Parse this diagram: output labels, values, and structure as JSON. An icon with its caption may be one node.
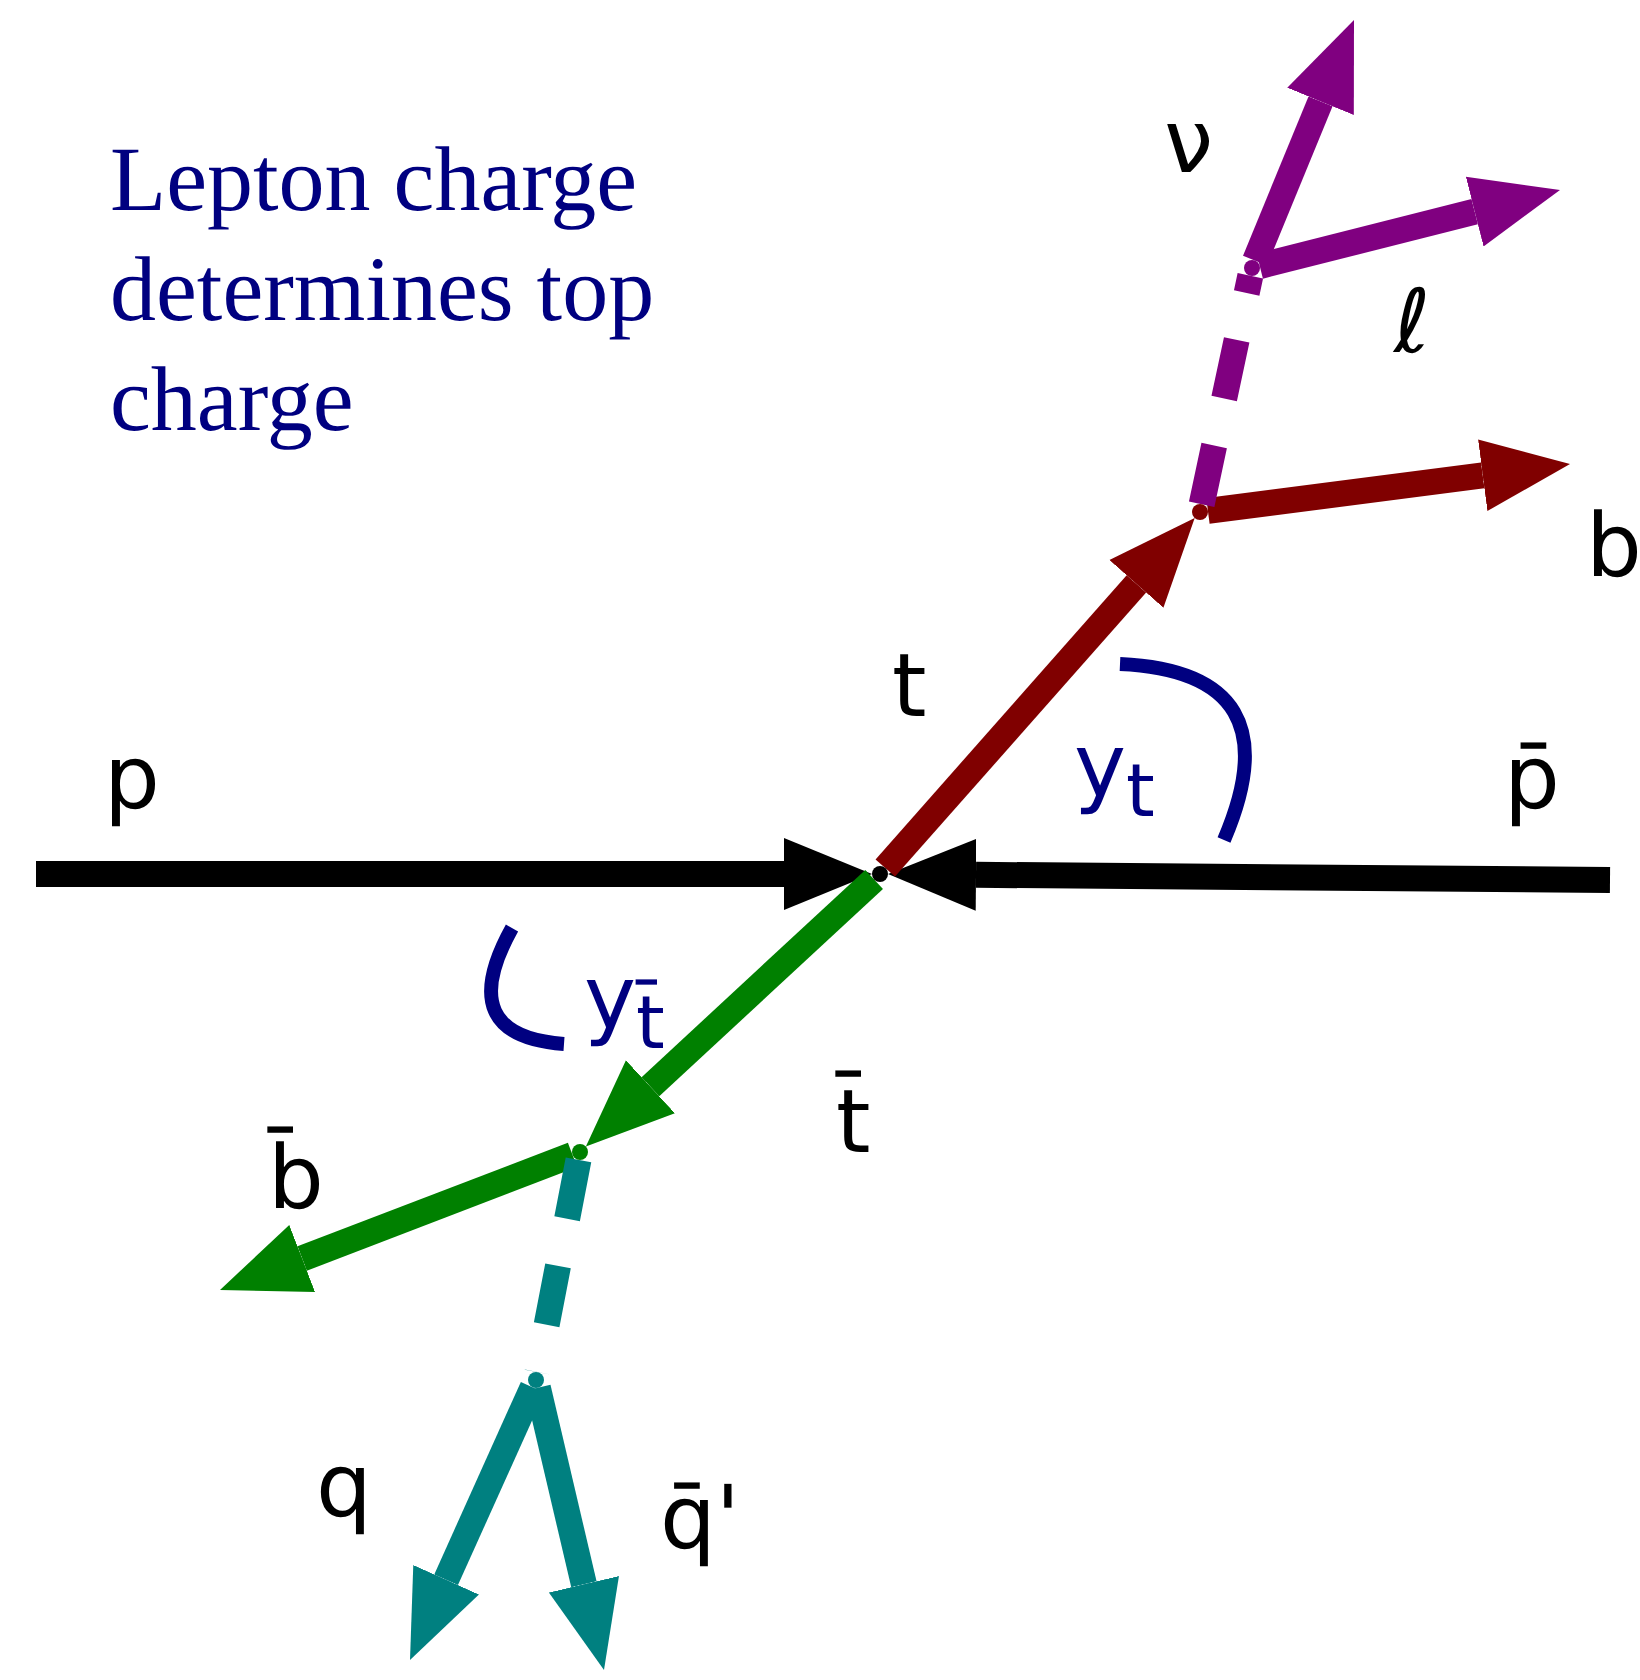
{
  "diagram": {
    "title": "Lepton charge determines top charge",
    "nodes": [
      {
        "text": [],
        "shape": "point"
      },
      {
        "text": [],
        "shape": "point"
      },
      {
        "text": [],
        "shape": "point"
      },
      {
        "text": [],
        "shape": "point"
      },
      {
        "text": [],
        "shape": "point"
      }
    ],
    "edges": [
      {
        "from": null,
        "to": 0,
        "arrow": "to",
        "label": "p",
        "color": "#000000"
      },
      {
        "from": null,
        "to": 0,
        "arrow": "to",
        "label": "p̄",
        "color": "#000000"
      },
      {
        "from": 0,
        "to": 1,
        "arrow": "to",
        "label": "t",
        "color": "#800000"
      },
      {
        "from": 1,
        "to": null,
        "arrow": "to",
        "label": "b",
        "color": "#800000"
      },
      {
        "from": 1,
        "to": 2,
        "arrow": "none",
        "style": "dashed",
        "color": "#800080"
      },
      {
        "from": 2,
        "to": null,
        "arrow": "to",
        "label": "ν",
        "color": "#800080"
      },
      {
        "from": 2,
        "to": null,
        "arrow": "to",
        "label": "ℓ",
        "color": "#800080"
      },
      {
        "from": 0,
        "to": 3,
        "arrow": "to",
        "label": "t̄",
        "color": "#008000"
      },
      {
        "from": 3,
        "to": null,
        "arrow": "to",
        "label": "b̄",
        "color": "#008000"
      },
      {
        "from": 3,
        "to": 4,
        "arrow": "none",
        "style": "dashed",
        "color": "#008080"
      },
      {
        "from": 4,
        "to": null,
        "arrow": "to",
        "label": "q",
        "color": "#008080"
      },
      {
        "from": 4,
        "to": null,
        "arrow": "to",
        "label": "q̄'",
        "color": "#008080"
      }
    ],
    "labels": [
      "y$_{t}$",
      "y$_{t̄}$"
    ]
  }
}
